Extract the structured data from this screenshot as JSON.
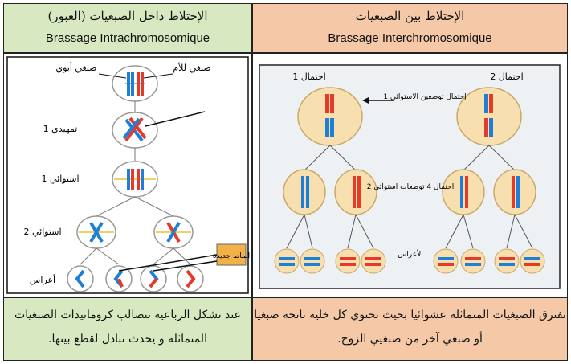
{
  "left": {
    "title_ar": "الإختلاط داخل الصبغيات (العبور)",
    "title_fr": "Brassage Intrachromosomique",
    "labels": {
      "paternal": "صبغي أبوي",
      "maternal": "صبغي للأم",
      "prophase1": "تمهيدي 1",
      "metaphase1": "استوائي 1",
      "metaphase2": "استوائي 2",
      "gametes": "أعراس",
      "new_combo": "انماط جديدة"
    },
    "text": "عند تشكل الرباعية تتصالب كروماتيدات الصبغيات المتماثلة و يحدث تبادل لقطع بينها."
  },
  "right": {
    "title_ar": "الإختلاط بين الصبغيات",
    "title_fr": "Brassage Interchromosomique",
    "labels": {
      "possibility1": "احتمال 1",
      "possibility2": "احتمال 2",
      "arrangement_m1": "إحتمال توضعين الاستوائي 1",
      "arrangement_m2": "احتمال 4 توضعات استوائي 2",
      "gametes": "الأعراس"
    },
    "text": "تفترق الصبغيات المتماثلة عشوائيا بحيث تحتوي كل خلية ناتجة صبغيا أو صبغي آخر من صبغيي الزوج."
  },
  "colors": {
    "paternal": "#1e7fd6",
    "maternal": "#e53a2a",
    "cell_fill": "#f7dfb0",
    "green_bg": "#d8e8c0",
    "peach_bg": "#f5c9a8",
    "label_box": "#f1b24a"
  }
}
